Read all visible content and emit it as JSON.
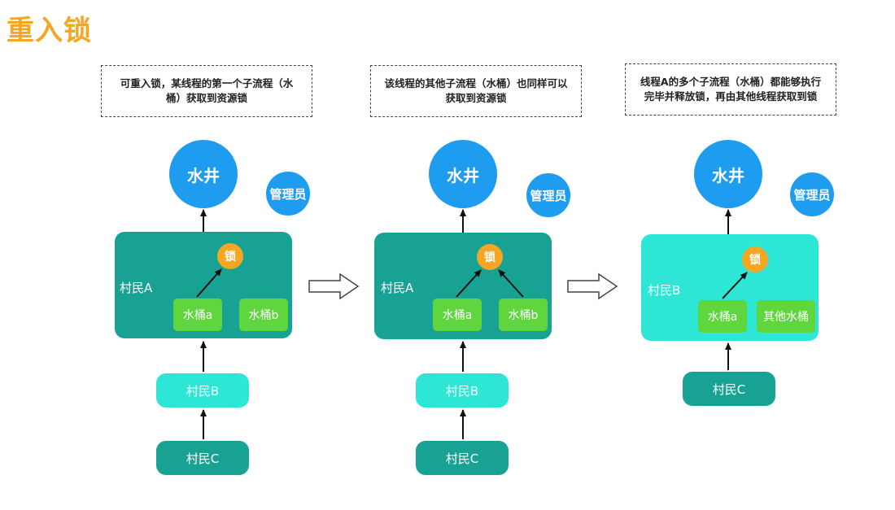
{
  "title": "重入锁",
  "panels": [
    {
      "note": "可重入锁，某线程的第一个子流程（水桶）获取到资源锁",
      "well": "水井",
      "admin": "管理员",
      "main": "村民A",
      "lock": "锁",
      "bucket_a": "水桶a",
      "bucket_b": "水桶b",
      "queue": [
        "村民B",
        "村民C"
      ]
    },
    {
      "note": "该线程的其他子流程（水桶）也同样可以获取到资源锁",
      "well": "水井",
      "admin": "管理员",
      "main": "村民A",
      "lock": "锁",
      "bucket_a": "水桶a",
      "bucket_b": "水桶b",
      "queue": [
        "村民B",
        "村民C"
      ]
    },
    {
      "note": "线程A的多个子流程（水桶）都能够执行完毕并释放锁，再由其他线程获取到锁",
      "well": "水井",
      "admin": "管理员",
      "main": "村民B",
      "lock": "锁",
      "bucket_a": "水桶a",
      "bucket_b": "其他水桶",
      "queue": [
        "村民C"
      ]
    }
  ],
  "colors": {
    "title": "#f5a623",
    "circle_blue": "#1e9cf0",
    "lock_orange": "#f5a623",
    "villager_dark": "#18a293",
    "villager_light": "#2ee6d6",
    "bucket_green": "#5fd63e"
  }
}
